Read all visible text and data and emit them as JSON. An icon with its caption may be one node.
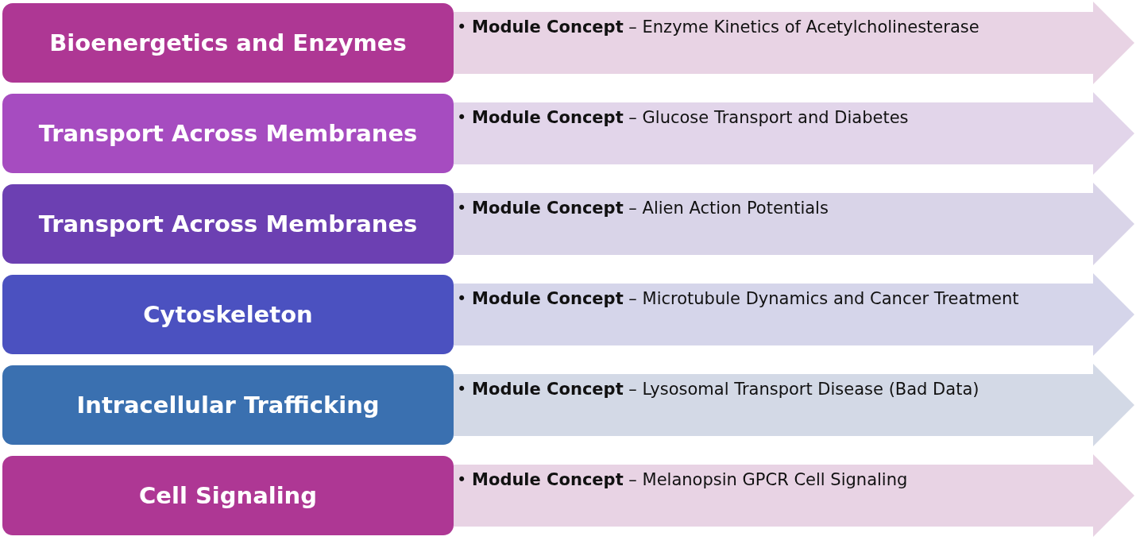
{
  "diagram": {
    "nodes": [
      {
        "text": [
          "Bioenergetics and Enzymes"
        ]
      },
      {
        "text": [
          "• **Module Concept** – Enzyme Kinetics of Acetylcholinesterase"
        ]
      },
      {
        "text": [
          "Transport Across Membranes"
        ]
      },
      {
        "text": [
          "• **Module Concept** – Glucose Transport and Diabetes"
        ]
      },
      {
        "text": [
          "Transport Across Membranes"
        ]
      },
      {
        "text": [
          "• **Module Concept** – Alien Action Potentials"
        ]
      },
      {
        "text": [
          "Cytoskeleton"
        ]
      },
      {
        "text": [
          "• **Module Concept** – Microtubule Dynamics and Cancer Treatment"
        ]
      },
      {
        "text": [
          "Intracellular Trafficking"
        ]
      },
      {
        "text": [
          "• **Module Concept** – Lysosomal Transport Disease (Bad Data)"
        ]
      },
      {
        "text": [
          "Cell Signaling"
        ]
      },
      {
        "text": [
          "• **Module Concept** – Melanopsin GPCR Cell Signaling"
        ]
      }
    ]
  }
}
